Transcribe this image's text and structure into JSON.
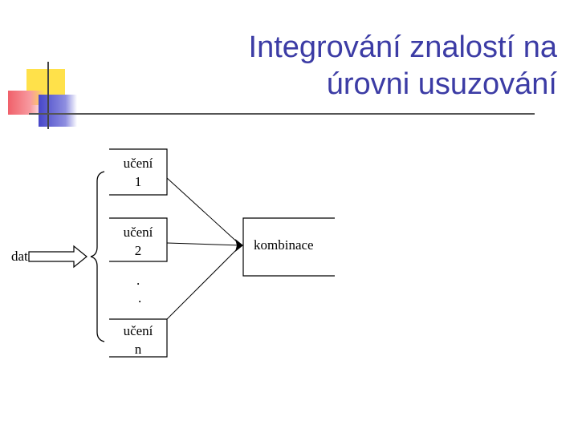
{
  "title": {
    "line1": "Integrování znalostí na",
    "line2": "úrovni usuzování"
  },
  "diagram": {
    "input_label": "data",
    "learners": [
      {
        "line1": "učení",
        "line2": "1"
      },
      {
        "line1": "učení",
        "line2": "2"
      },
      {
        "line1": "učení",
        "line2": "n"
      }
    ],
    "ellipsis_dots": ". .",
    "combination_label": "kombinace"
  },
  "colors": {
    "title": "#3C3CA5",
    "logo_yellow": "#FFE14A",
    "logo_red": "#F0606A",
    "logo_blue": "#4646C8"
  }
}
